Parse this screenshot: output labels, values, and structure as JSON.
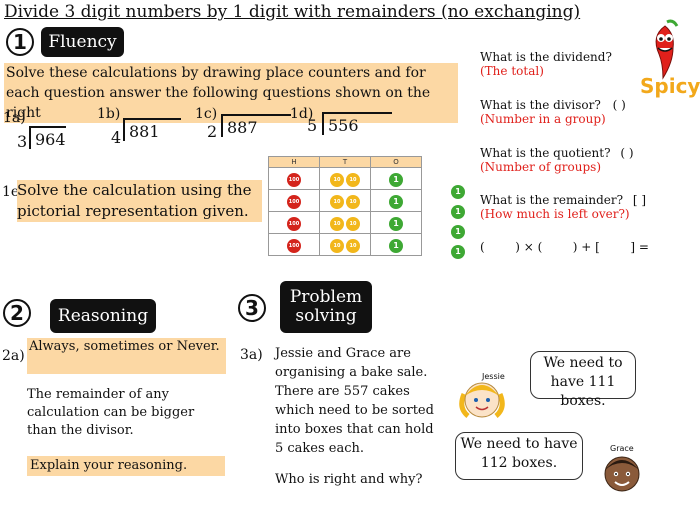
{
  "title": "Divide 3 digit numbers by 1 digit with remainders (no exchanging)",
  "spicy_label": "Spicy",
  "sections": {
    "fluency": {
      "number": "1",
      "label": "Fluency"
    },
    "reasoning": {
      "number": "2",
      "label": "Reasoning"
    },
    "problem": {
      "number": "3",
      "label_line1": "Problem",
      "label_line2": "solving"
    }
  },
  "fluency": {
    "instruction": "Solve these calculations by drawing place counters and for each question answer the following questions shown on the right",
    "calcs": [
      {
        "label": "1a)",
        "divisor": "3",
        "dividend": "964"
      },
      {
        "label": "1b)",
        "divisor": "4",
        "dividend": "881"
      },
      {
        "label": "1c)",
        "divisor": "2",
        "dividend": "887"
      },
      {
        "label": "1d)",
        "divisor": "5",
        "dividend": "556"
      }
    ],
    "e_label": "1e)",
    "e_text": "Solve the calculation using the pictorial representation given."
  },
  "place_value": {
    "headers": [
      "H",
      "T",
      "O"
    ],
    "hundreds_counter": "100",
    "tens_counter": "10",
    "ones_counter": "1",
    "rows": 4,
    "extra_ones": 4
  },
  "questions": [
    {
      "q": "What is the dividend?",
      "hint": "(The total)",
      "bracket": ""
    },
    {
      "q": "What is the divisor?",
      "hint": "(Number in a group)",
      "bracket": "(        )"
    },
    {
      "q": "What is the quotient?",
      "hint": "(Number of groups)",
      "bracket": "(        )"
    },
    {
      "q": "What is the remainder?",
      "hint": "(How much is left over?)",
      "bracket": "[        ]"
    }
  ],
  "equation": "(        ) × (        ) + [        ] =",
  "reasoning": {
    "label": "2a)",
    "prompt": "Always, sometimes or Never.",
    "statement": "The remainder of any calculation can be bigger than the divisor.",
    "explain": "Explain your reasoning."
  },
  "problem": {
    "label": "3a)",
    "text": "Jessie and Grace are organising a bake sale. There are 557 cakes which need to be sorted into boxes that can hold 5 cakes each.",
    "question": "Who is right and why?",
    "jessie_name": "Jessie",
    "jessie_says": "We need to have 111 boxes.",
    "grace_name": "Grace",
    "grace_says": "We need to have 112 boxes."
  },
  "colors": {
    "highlight": "#fcd8a4",
    "hint_red": "#e0201b",
    "hundreds": "#d4241c",
    "tens": "#f2b71b",
    "ones": "#3ea834"
  }
}
